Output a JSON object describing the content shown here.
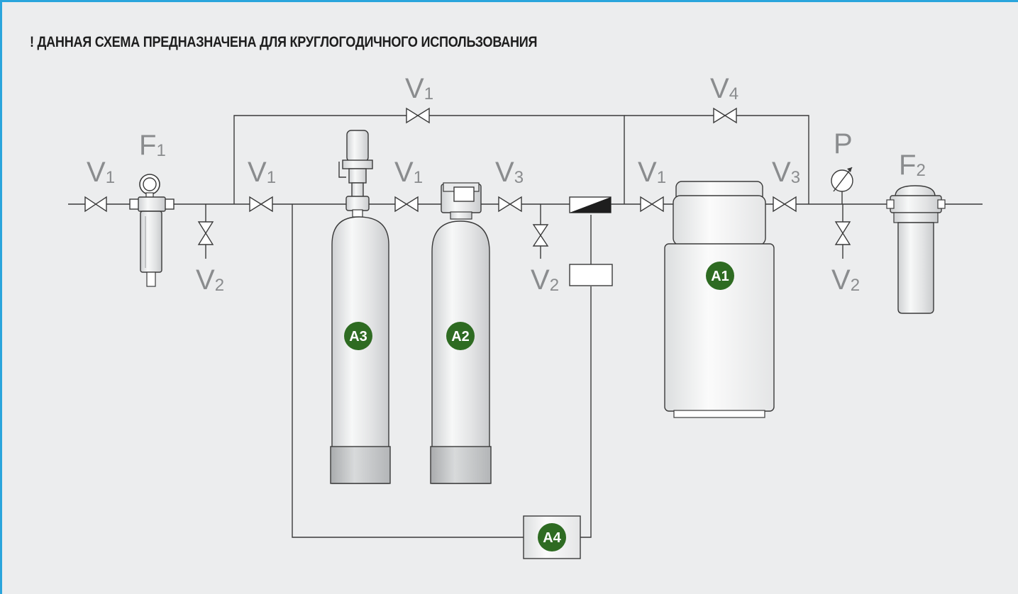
{
  "heading": "! ДАННАЯ СХЕМА ПРЕДНАЗНАЧЕНА ДЛЯ КРУГЛОГОДИЧНОГО ИСПОЛЬЗОВАНИЯ",
  "labels": {
    "v1_inlet": {
      "main": "V",
      "sub": "1"
    },
    "f1": {
      "main": "F",
      "sub": "1"
    },
    "v2_left": {
      "main": "V",
      "sub": "2"
    },
    "v1_a": {
      "main": "V",
      "sub": "1"
    },
    "v1_top": {
      "main": "V",
      "sub": "1"
    },
    "v1_b": {
      "main": "V",
      "sub": "1"
    },
    "v3_a": {
      "main": "V",
      "sub": "3"
    },
    "v2_mid": {
      "main": "V",
      "sub": "2"
    },
    "v4_top": {
      "main": "V",
      "sub": "4"
    },
    "v1_c": {
      "main": "V",
      "sub": "1"
    },
    "v3_b": {
      "main": "V",
      "sub": "3"
    },
    "p": {
      "main": "P",
      "sub": ""
    },
    "f2": {
      "main": "F",
      "sub": "2"
    },
    "v2_right": {
      "main": "V",
      "sub": "2"
    }
  },
  "badges": {
    "a1": "A1",
    "a2": "A2",
    "a3": "A3",
    "a4": "A4"
  },
  "colors": {
    "badge": "#2e6b22",
    "frame": "#2aa5dc",
    "label": "#8a8c8e"
  }
}
